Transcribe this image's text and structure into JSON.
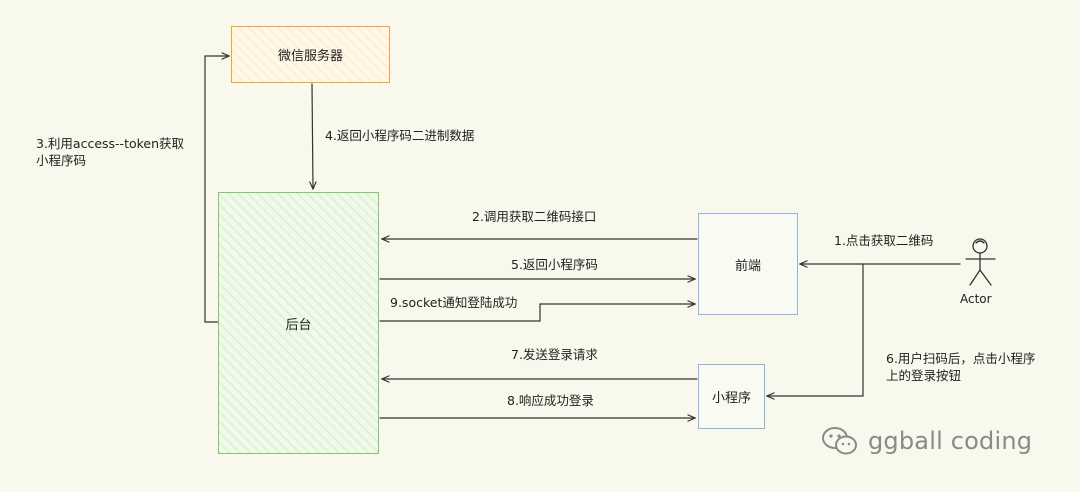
{
  "nodes": {
    "wechat_server": "微信服务器",
    "backend": "后台",
    "frontend": "前端",
    "mini_program": "小程序",
    "actor": "Actor"
  },
  "edges": {
    "step1": "1.点击获取二维码",
    "step2": "2.调用获取二维码接口",
    "step3": "3.利用access--token获取小程序码",
    "step4": "4.返回小程序码二进制数据",
    "step5": "5.返回小程序码",
    "step6": "6.用户扫码后，点击小程序上的登录按钮",
    "step7": "7.发送登录请求",
    "step8": "8.响应成功登录",
    "step9": "9.socket通知登陆成功"
  },
  "watermark": {
    "text": "ggball coding",
    "icon": "wechat-icon"
  },
  "colors": {
    "wechat_border": "#f0a530",
    "backend_border": "#7fc96a",
    "client_border": "#8fb2e0",
    "background": "#f8f8ec"
  }
}
